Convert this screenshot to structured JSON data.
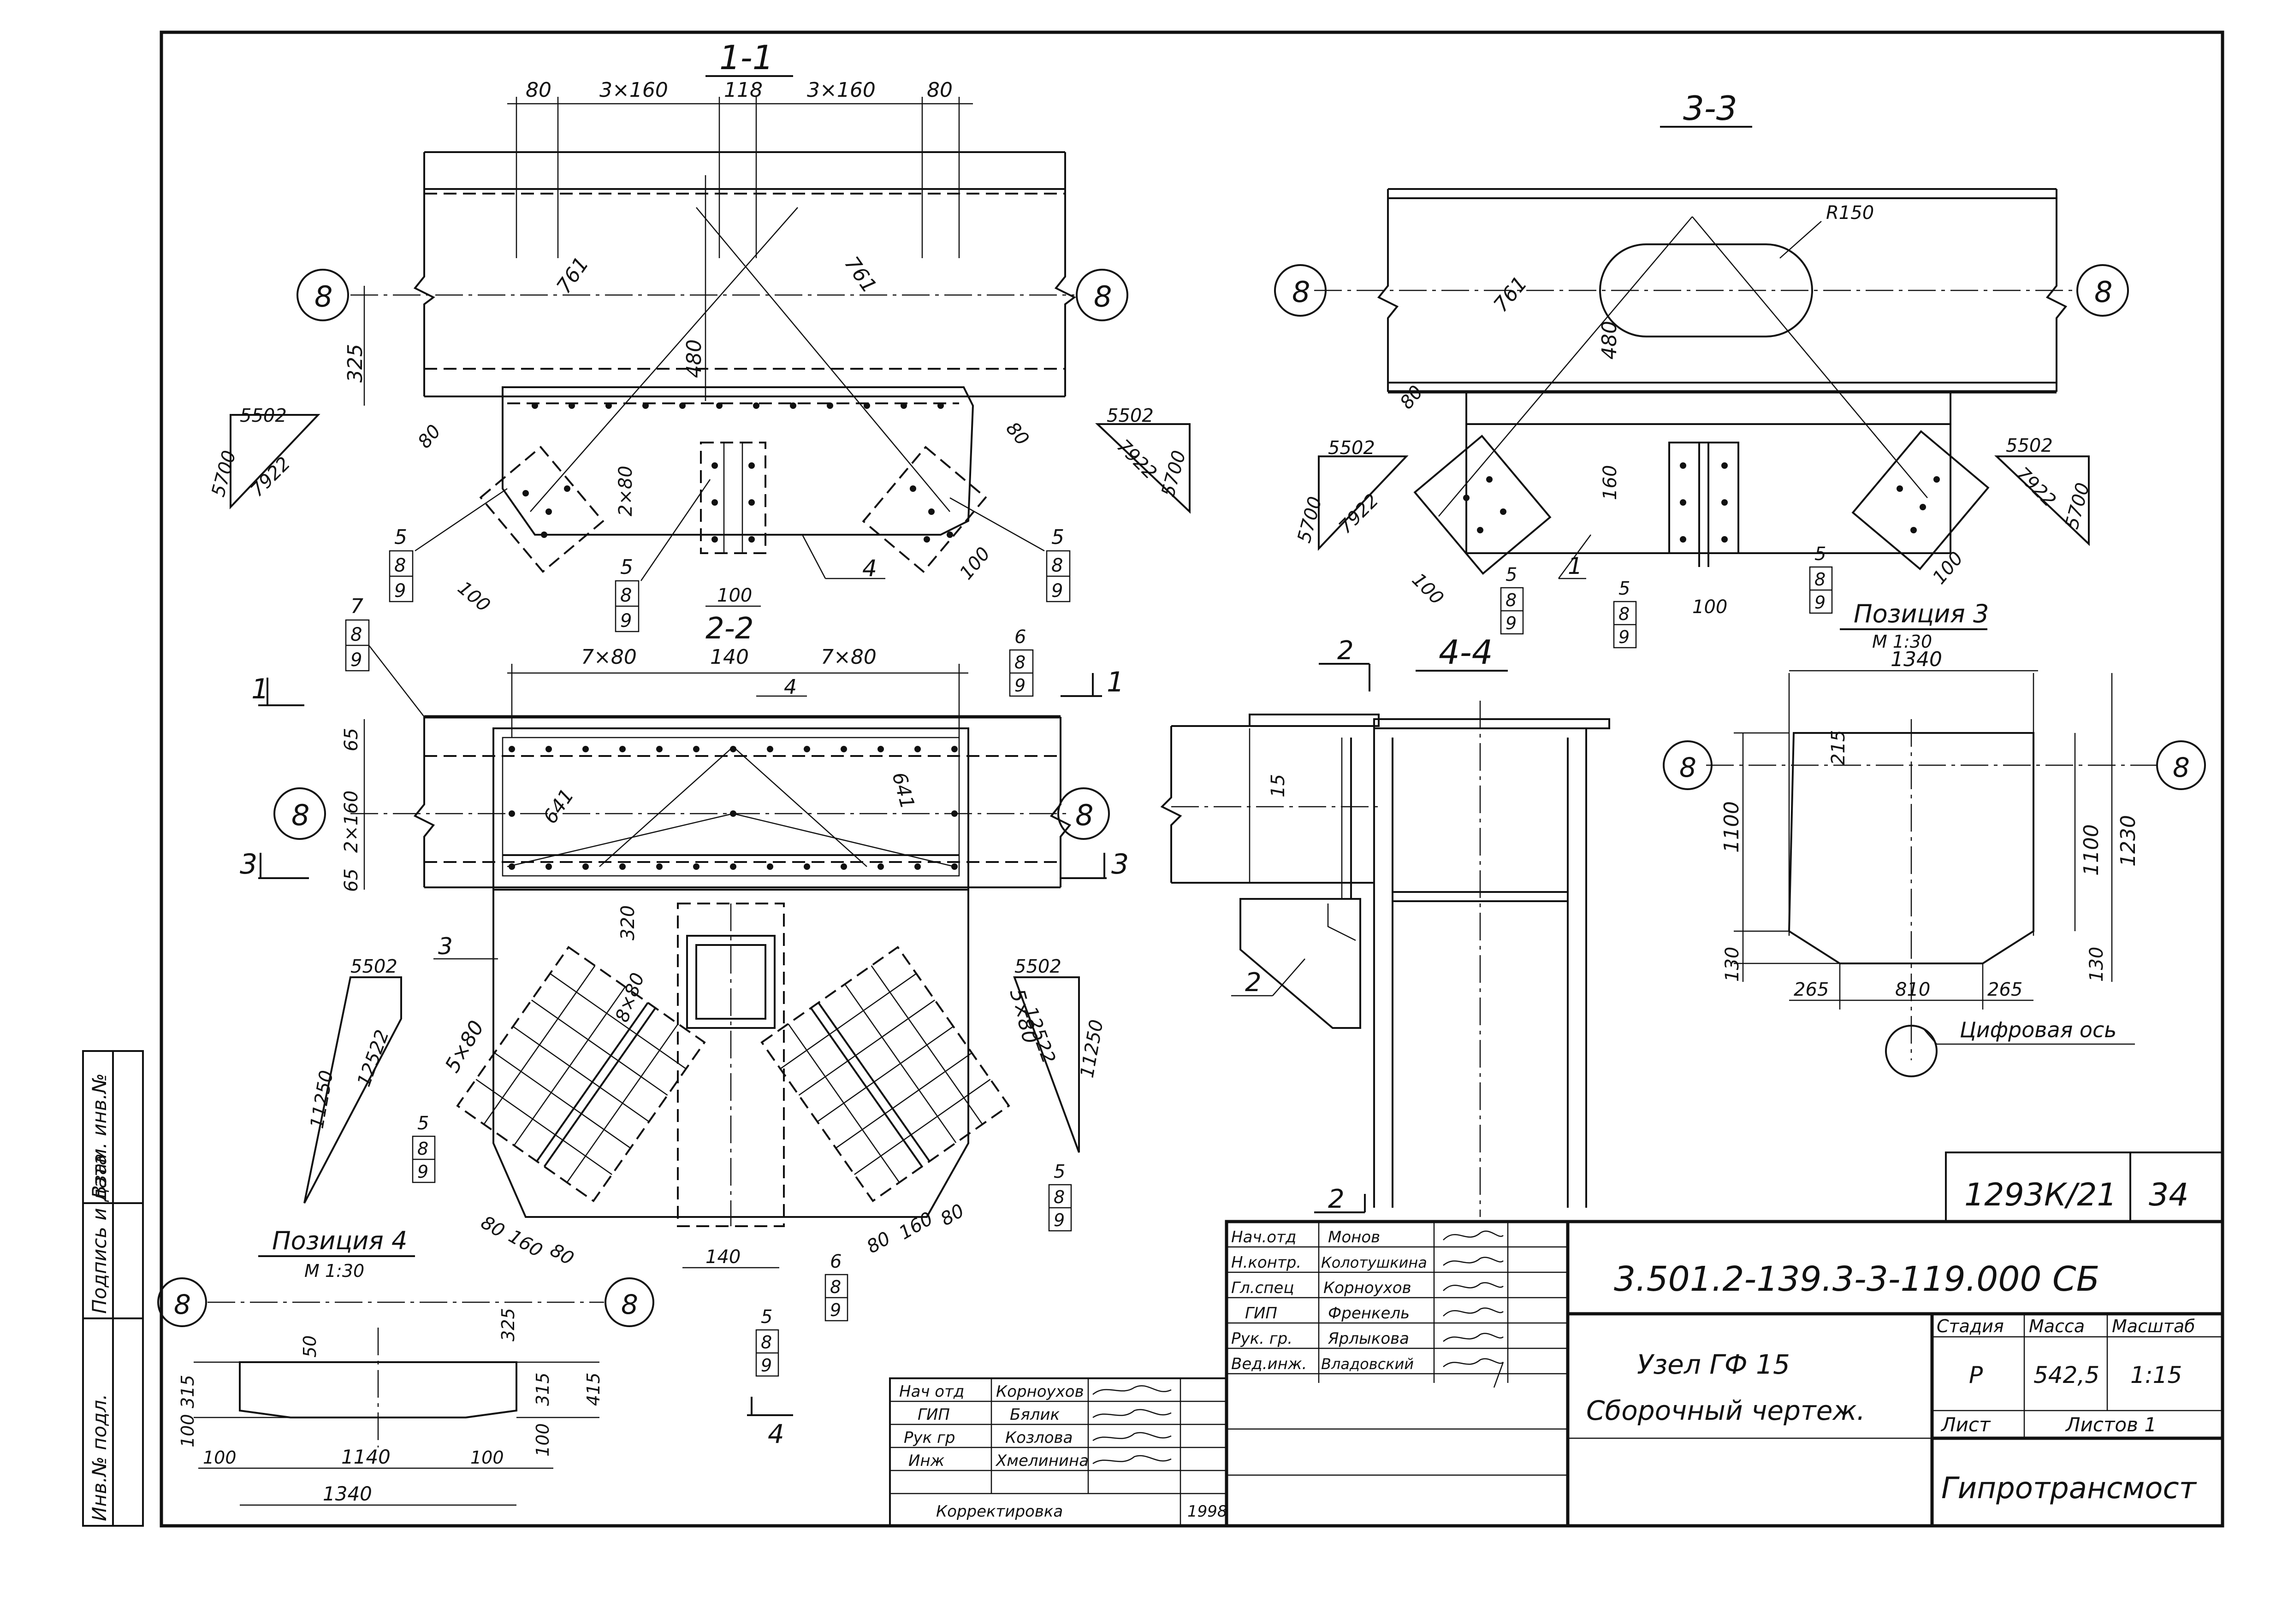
{
  "sections": {
    "s11": "1-1",
    "s22": "2-2",
    "s33": "3-3",
    "s44": "4-4"
  },
  "axis_mark": "8",
  "dims": {
    "d80": "80",
    "d3x160": "3×160",
    "d118": "118",
    "d761": "761",
    "d480": "480",
    "d325": "325",
    "d2x80": "2×80",
    "d100": "100",
    "d7x80": "7×80",
    "d140": "140",
    "d2x160": "2×160",
    "d65": "65",
    "d641": "641",
    "d320": "320",
    "d5x80": "5×80",
    "d8x80": "8×80",
    "d160": "160",
    "d15": "15",
    "d1340": "1340",
    "d1100": "1100",
    "d1230": "1230",
    "d215": "215",
    "d130": "130",
    "d265": "265",
    "d810": "810",
    "d50": "50",
    "d315": "315",
    "d415": "415",
    "d1140": "1140",
    "r150": "R150"
  },
  "slopes": {
    "a_v": "5502",
    "a_h": "5700",
    "a_s": "7922",
    "b_v": "5502",
    "b_h": "11250",
    "b_s": "12522"
  },
  "positions": {
    "p1": "1",
    "p2": "2",
    "p3": "3",
    "p4": "4",
    "p5": "5",
    "p6": "6",
    "p7": "7",
    "p8": "8",
    "p9": "9"
  },
  "labels": {
    "position3": "Позиция 3",
    "position4": "Позиция 4",
    "scale_m130": "М 1:30",
    "digital_axis": "Цифровая ось"
  },
  "stamp": {
    "inventory_no": "1293К/21",
    "sheet_count": "34",
    "code": "3.501.2-139.3-3-119.000 СБ",
    "title_line1": "Узел ГФ 15",
    "title_line2": "Сборочный чертеж.",
    "stage_hdr": "Стадия",
    "mass_hdr": "Масса",
    "scale_hdr": "Масштаб",
    "stage": "Р",
    "mass": "542,5",
    "scale": "1:15",
    "sheet_lbl": "Лист",
    "sheets_lbl": "Листов 1",
    "org": "Гипротрансмост",
    "roles": [
      "Нач.отд",
      "Н.контр.",
      "Гл.спец",
      "ГИП",
      "Рук. гр.",
      "Вед.инж."
    ],
    "names": [
      "Монов",
      "Колотушкина",
      "Корноухов",
      "Френкель",
      "Ярлыкова",
      "Владовский"
    ]
  },
  "stamp2": {
    "roles": [
      "Нач отд",
      "ГИП",
      "Рук гр",
      "Инж"
    ],
    "names": [
      "Корноухов",
      "Бялик",
      "Козлова",
      "Хмелинина"
    ],
    "correction": "Корректировка",
    "year": "1998"
  },
  "side_strip": [
    "Инв.№ подл.",
    "Подпись и дата",
    "Взам. инв.№"
  ]
}
